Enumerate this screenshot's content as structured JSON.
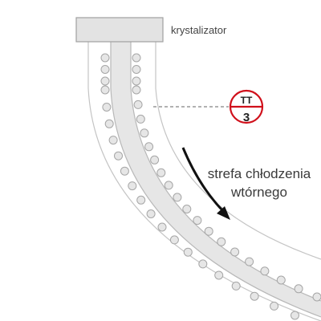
{
  "labels": {
    "crystallizer": "krystalizator",
    "zone_line1": "strefa chłodzenia",
    "zone_line2": "wtórnego"
  },
  "instrument": {
    "code": "TT",
    "number": "3",
    "ring_color": "#d0101b"
  },
  "colors": {
    "strand_fill": "#e6e6e6",
    "strand_stroke": "#b8b8b8",
    "roller_fill": "#e6e6e6",
    "roller_stroke": "#a6a6a6",
    "guide_line": "#c4c4c4",
    "crystallizer_fill": "#e3e3e3",
    "crystallizer_stroke": "#a0a0a0",
    "arrow": "#111111"
  }
}
